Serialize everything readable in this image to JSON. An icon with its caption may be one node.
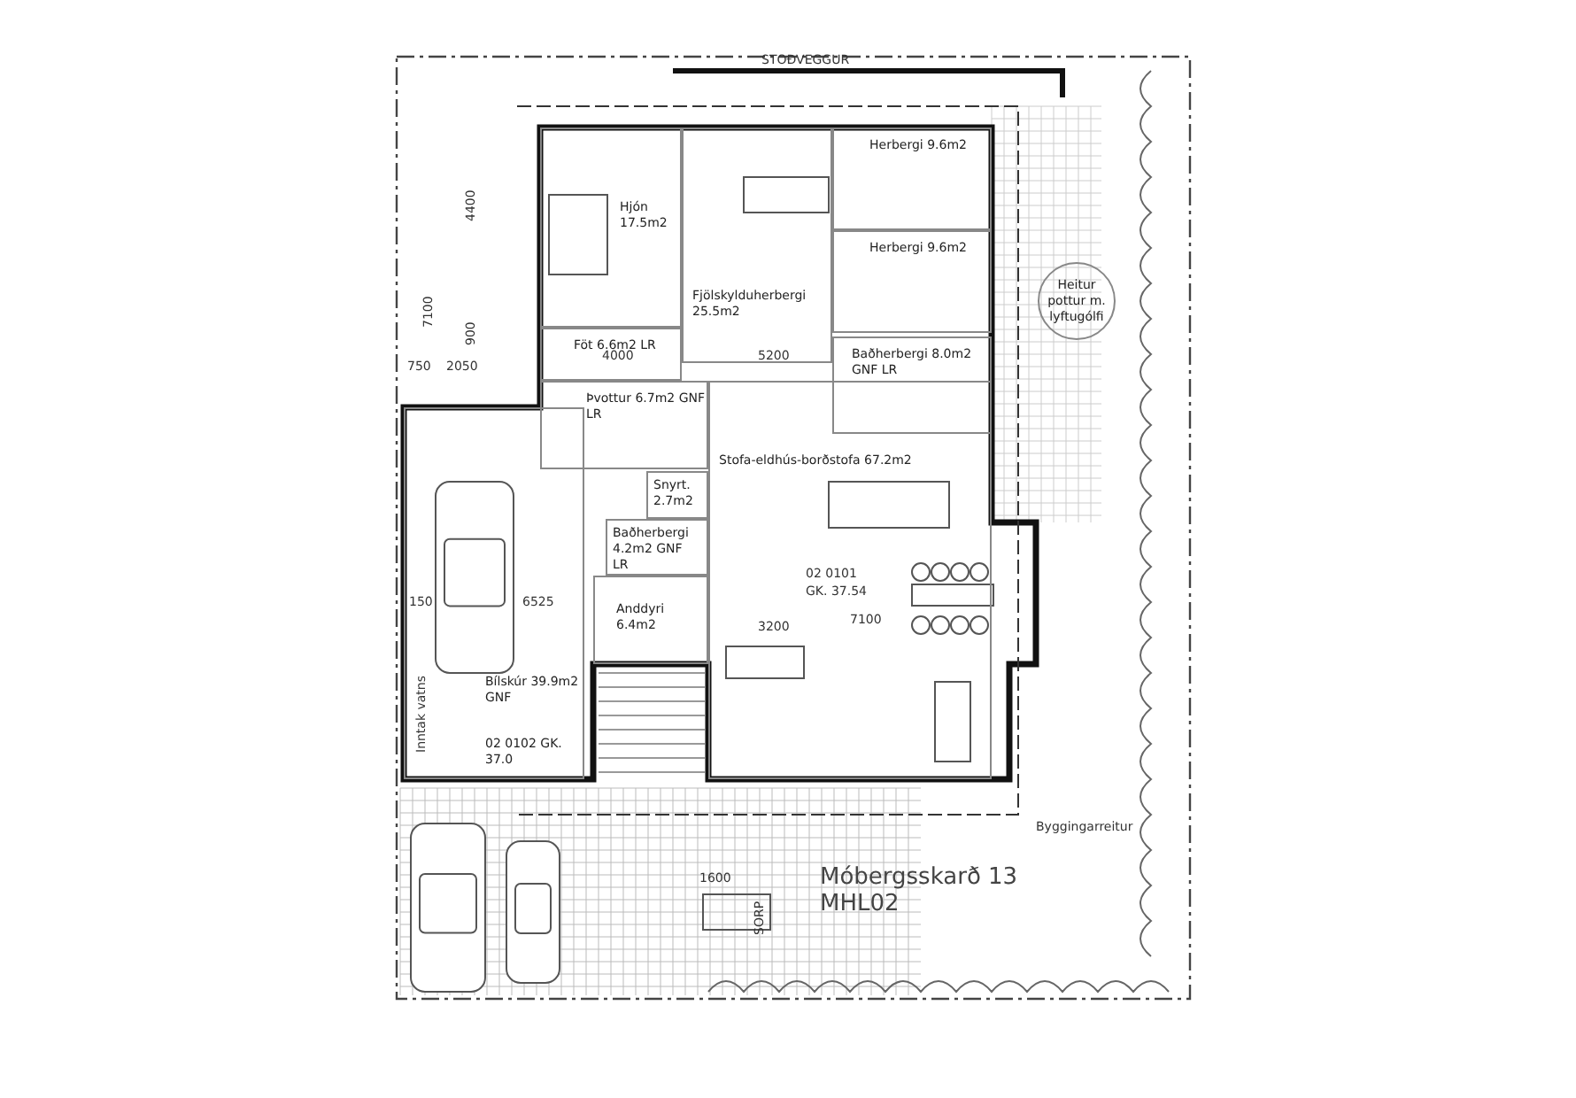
{
  "diagram": {
    "nodes": [
      {
        "text": [
          "Hjón 17.5m2"
        ]
      },
      {
        "text": [
          "Fjölskylduherbergi 25.5m2"
        ]
      },
      {
        "text": [
          "Herbergi 9.6m2"
        ]
      },
      {
        "text": [
          "Herbergi 9.6m2"
        ]
      },
      {
        "text": [
          "Föt 6.6m2 LR"
        ]
      },
      {
        "text": [
          "Baðherbergi 8.0m2 GNF LR"
        ]
      },
      {
        "text": [
          "Þvottur 6.7m2 GNF LR"
        ]
      },
      {
        "text": [
          "Stofa-eldhús-borðstofa 67.2m2"
        ]
      },
      {
        "text": [
          "Snyrt. 2.7m2"
        ]
      },
      {
        "text": [
          "Baðherbergi 4.2m2 GNF LR"
        ]
      },
      {
        "text": [
          "Anddyri 6.4m2"
        ]
      },
      {
        "text": [
          "Bílskúr 39.9m2 GNF",
          "02 0102 GK. 37.0"
        ]
      },
      {
        "text": [
          "Heitur pottur m. lyftugólfi"
        ]
      }
    ],
    "edges": [],
    "labels": [
      "STOÐVEGGUR",
      "4400",
      "7100",
      "900",
      "750",
      "2050",
      "4000",
      "5200",
      "3200",
      "02 0101",
      "GK. 37.54",
      "7100",
      "6525",
      "150",
      "Inntak vatns",
      "Byggingarreitur",
      "1600",
      "SORP",
      "Móbergsskarð 13",
      "MHL02"
    ]
  }
}
